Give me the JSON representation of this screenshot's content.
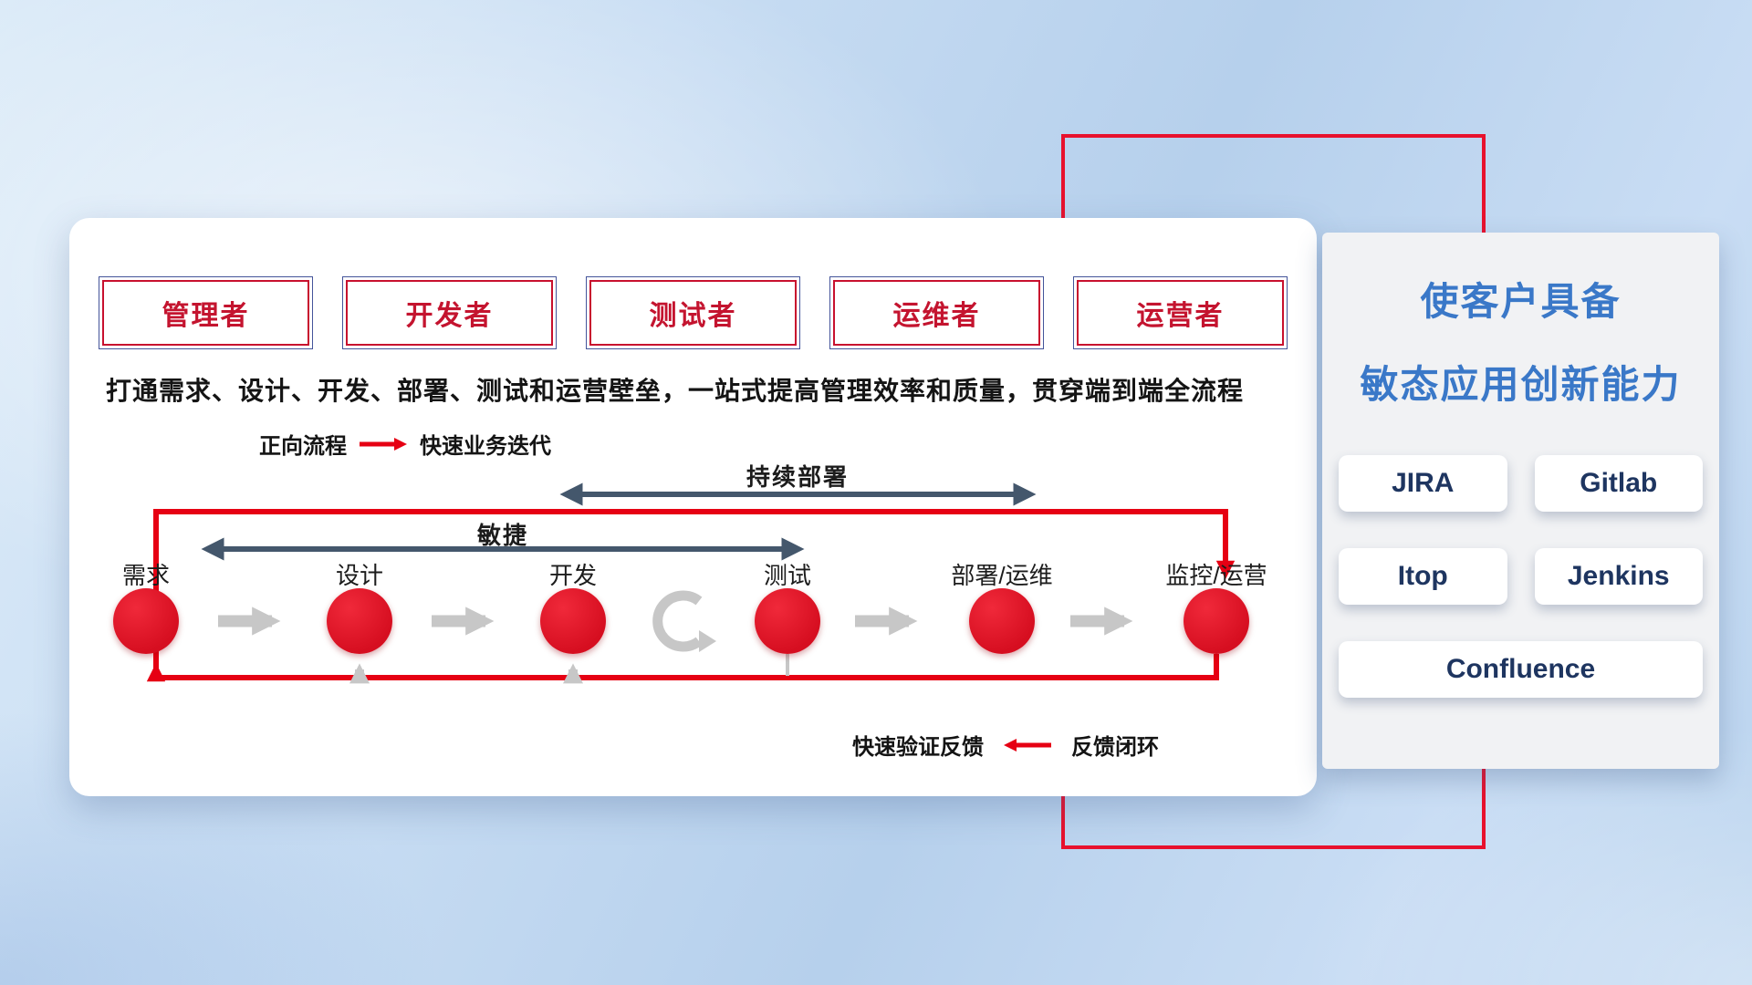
{
  "colors": {
    "accent_red": "#e60013",
    "title_blue": "#3a78c8",
    "dark_arrow": "#44576c",
    "role_text_red": "#c4142f",
    "tool_text_navy": "#1e3560"
  },
  "roles": [
    "管理者",
    "开发者",
    "测试者",
    "运维者",
    "运营者"
  ],
  "description": "打通需求、设计、开发、部署、测试和运营壁垒，一站式提高管理效率和质量，贯穿端到端全流程",
  "legend_forward": {
    "label": "正向流程",
    "value": "快速业务迭代"
  },
  "legend_feedback": {
    "label": "快速验证反馈",
    "value": "反馈闭环"
  },
  "flow": {
    "stages": [
      "需求",
      "设计",
      "开发",
      "测试",
      "部署/运维",
      "监控/运营"
    ],
    "agile_label": "敏捷",
    "cd_label": "持续部署"
  },
  "right_panel": {
    "title_line1": "使客户具备",
    "title_line2": "敏态应用创新能力",
    "tools": [
      "JIRA",
      "Gitlab",
      "Itop",
      "Jenkins",
      "Confluence"
    ]
  }
}
